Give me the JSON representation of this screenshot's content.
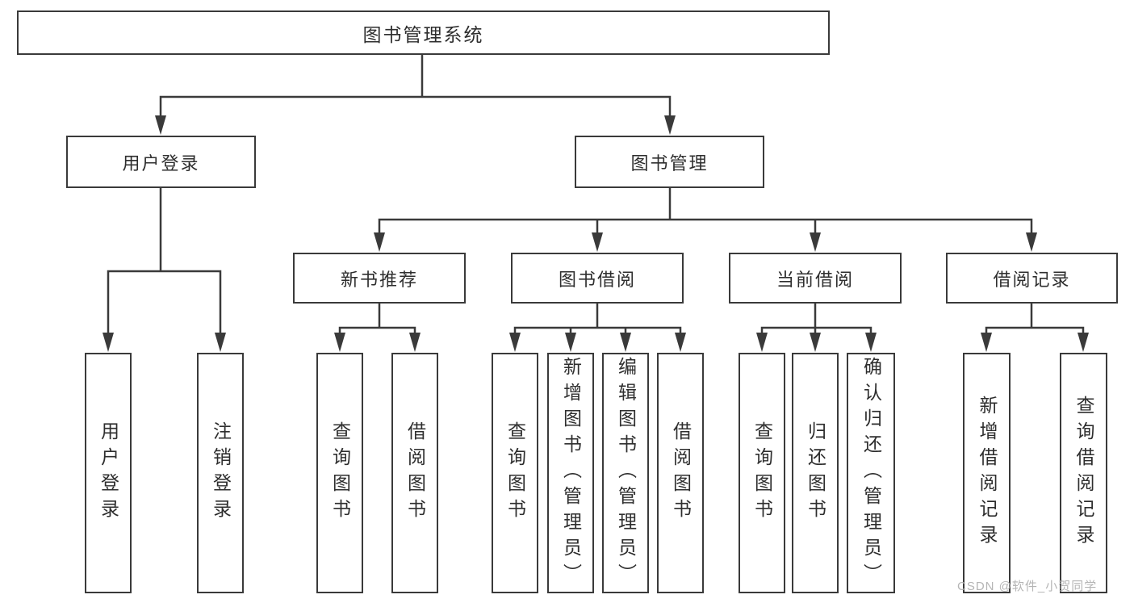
{
  "diagram": {
    "title_node": {
      "label": "图书管理系统"
    },
    "level2": [
      {
        "label": "用户登录"
      },
      {
        "label": "图书管理"
      }
    ],
    "level3": [
      {
        "label": "新书推荐"
      },
      {
        "label": "图书借阅"
      },
      {
        "label": "当前借阅"
      },
      {
        "label": "借阅记录"
      }
    ],
    "leaves": [
      {
        "label": "用户登录"
      },
      {
        "label": "注销登录"
      },
      {
        "label": "查询图书"
      },
      {
        "label": "借阅图书"
      },
      {
        "label": "查询图书"
      },
      {
        "label": "新增图书（管理员）"
      },
      {
        "label": "编辑图书（管理员）"
      },
      {
        "label": "借阅图书"
      },
      {
        "label": "查询图书"
      },
      {
        "label": "归还图书"
      },
      {
        "label": "确认归还（管理员）"
      },
      {
        "label": "新增借阅记录"
      },
      {
        "label": "查询借阅记录"
      }
    ],
    "watermark": "CSDN @软件_小贺同学",
    "colors": {
      "line": "#3a3a3a",
      "text": "#2e2e2e",
      "watermark": "#b5b5b5",
      "background": "#ffffff"
    }
  }
}
